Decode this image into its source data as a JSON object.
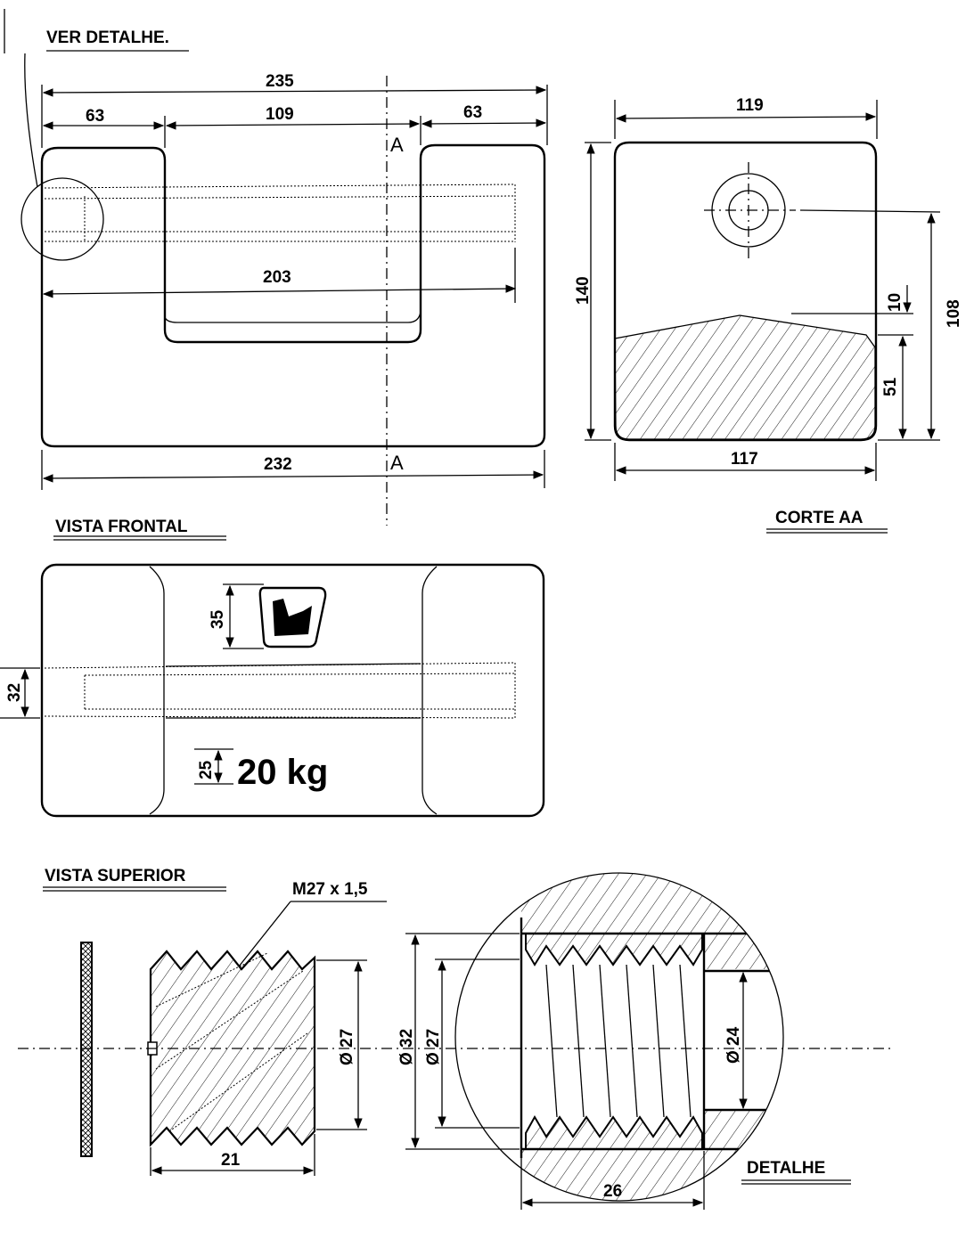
{
  "titles": {
    "ver_detalhe": "VER DETALHE.",
    "vista_frontal": "VISTA FRONTAL",
    "corte_aa": "CORTE AA",
    "vista_superior": "VISTA SUPERIOR",
    "detalhe": "DETALHE",
    "thread_spec": "M27 x 1,5"
  },
  "section_marks": {
    "top": "A",
    "bottom": "A"
  },
  "front_view": {
    "overall_top": "235",
    "left_block": "63",
    "slot_width": "109",
    "right_block": "63",
    "inner_bore": "203",
    "overall_bottom": "232"
  },
  "section_view": {
    "width_top": "119",
    "width_bottom": "117",
    "height": "140",
    "hole_height": "108",
    "gap": "10",
    "fill_height": "51"
  },
  "top_view": {
    "logo_height": "35",
    "bore_dia": "32",
    "text_height": "25",
    "mass_label": "20 kg"
  },
  "thread_detail": {
    "plug_length": "21",
    "plug_dia": "Ø 27",
    "outer_dia": "Ø 32",
    "thread_dia": "Ø 27",
    "inner_dia": "Ø 24",
    "thread_length": "26"
  }
}
